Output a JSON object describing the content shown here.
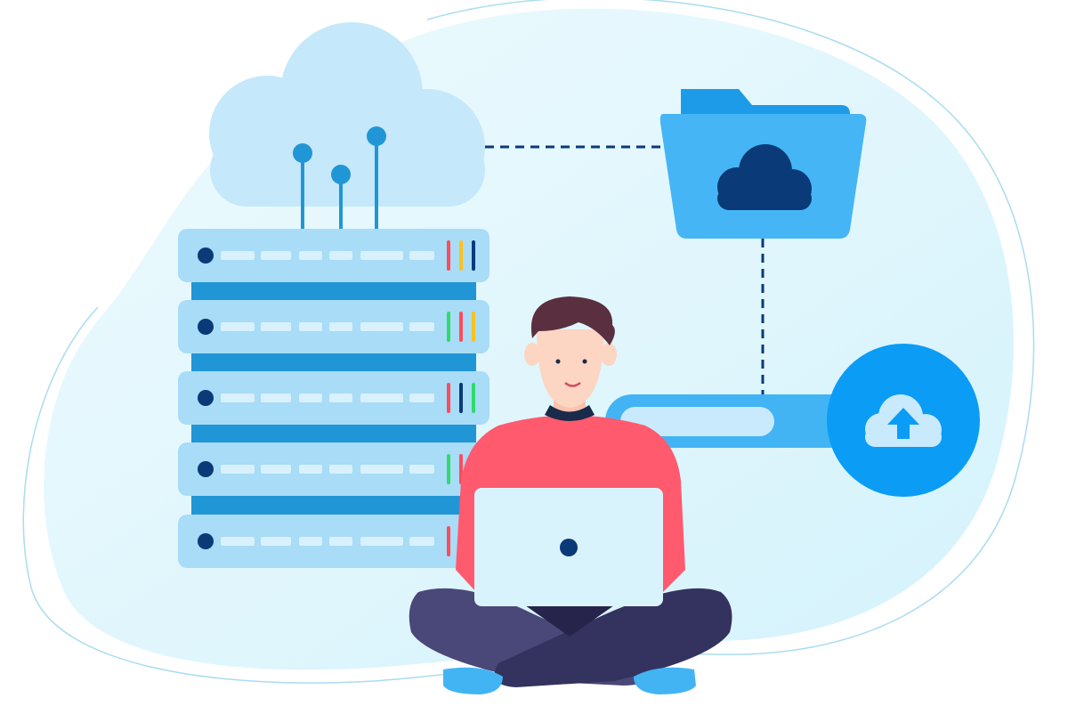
{
  "illustration": {
    "subject": "cloud-storage-upload",
    "icons": [
      "cloud-icon",
      "server-rack-icon",
      "folder-cloud-icon",
      "upload-cloud-icon",
      "laptop-icon",
      "person-figure"
    ],
    "colors": {
      "background_blob": "#e3f7fd",
      "blob_outline": "#a9dcf0",
      "cloud": "#c5e8fb",
      "antenna": "#2196d6",
      "server_unit": "#a8dcf7",
      "server_strip": "#2196d6",
      "server_dot": "#0a3a78",
      "server_bar": "#d8f1fd",
      "status_red": "#ff4b5c",
      "status_yellow": "#ffc21a",
      "status_green": "#2fdc6a",
      "status_navy": "#0a3a78",
      "dashed_line": "#0a3a78",
      "folder_back": "#1e9be8",
      "folder_front": "#45b5f5",
      "folder_cloud": "#0a3a78",
      "upload_bar": "#42b4f4",
      "upload_bar_inner": "#c8eafc",
      "upload_circle": "#0b9cf5",
      "skin": "#fcd5c3",
      "hair": "#5a3040",
      "sweater": "#ff5a6e",
      "laptop": "#d9f3fd",
      "pants": "#4a4878",
      "shoes": "#42b4f4"
    },
    "server_status_lights": [
      [
        "status_red",
        "status_yellow",
        "status_navy"
      ],
      [
        "status_green",
        "status_red",
        "status_yellow"
      ],
      [
        "status_red",
        "status_navy",
        "status_green"
      ],
      [
        "status_green",
        "status_red"
      ],
      [
        "status_red"
      ]
    ]
  }
}
